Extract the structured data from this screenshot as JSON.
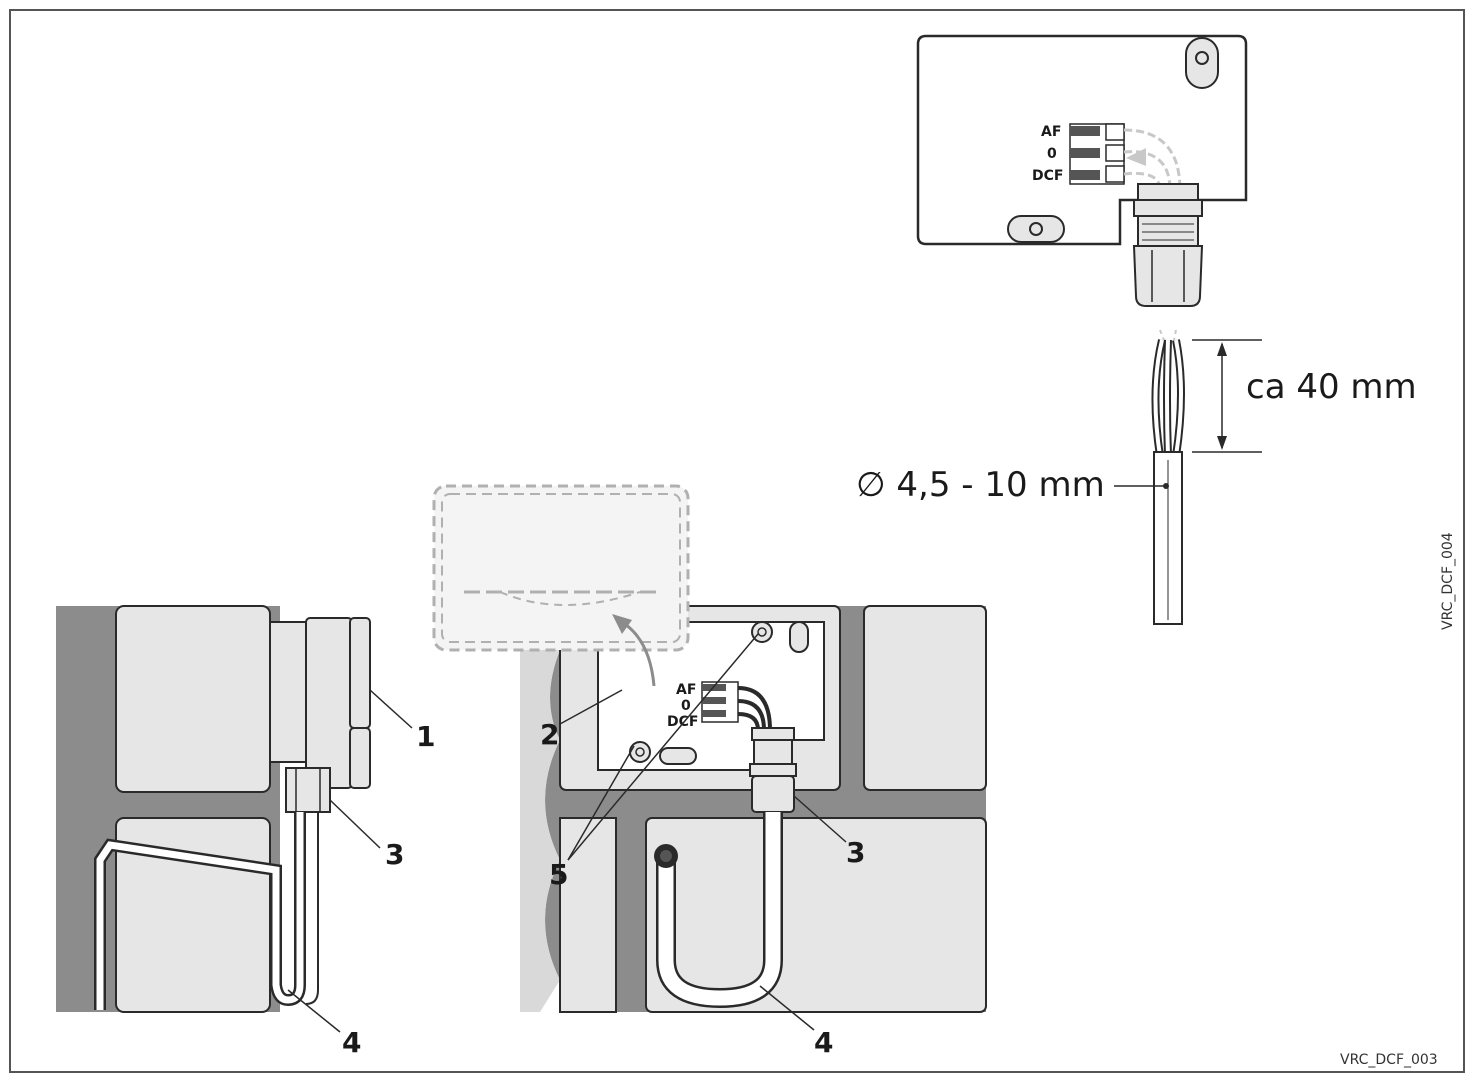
{
  "callouts": {
    "left_1": "1",
    "left_3": "3",
    "left_4": "4",
    "mid_2": "2",
    "mid_5": "5",
    "mid_3": "3",
    "mid_4": "4"
  },
  "terminals": {
    "top": [
      "AF",
      "0",
      "DCF"
    ],
    "middle": [
      "AF",
      "0",
      "DCF"
    ]
  },
  "dimensions": {
    "strip_length": "ca 40 mm",
    "cable_diameter": "∅ 4,5 - 10 mm"
  },
  "figure_codes": {
    "side": "VRC_DCF_004",
    "bottom": "VRC_DCF_003"
  },
  "colors": {
    "wall_fill": "#e6e6e6",
    "mortar": "#8c8c8c",
    "outline": "#2a2a2a",
    "dashed": "#b0b0b0",
    "plaster": "#d9d9d9"
  }
}
